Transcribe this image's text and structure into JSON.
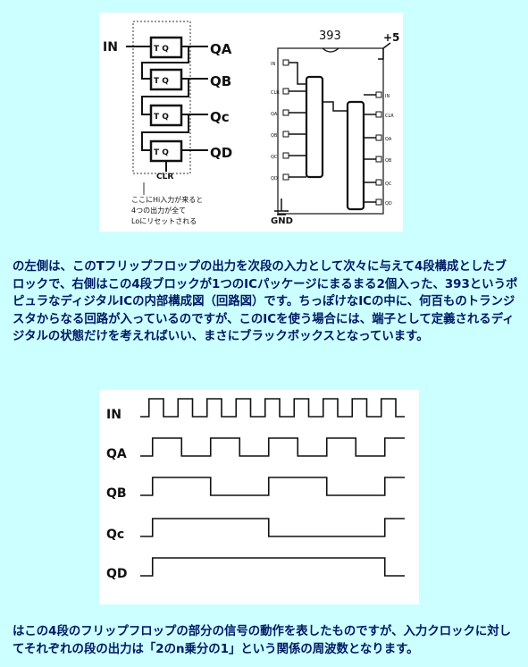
{
  "figure1": {
    "input_label": "IN",
    "ff_label": "T  Q",
    "outputs": [
      "QA",
      "QB",
      "Qc",
      "QD"
    ],
    "clr_label": "CLR",
    "note_lines": [
      "ここにHi入力が来ると",
      "4つの出力が全て",
      "Loにリセットされる"
    ],
    "chip_title": "393",
    "vcc_label": "+5",
    "gnd_label": "GND",
    "left_pins": [
      "IN",
      "CLR",
      "QA",
      "QB",
      "QC",
      "QD"
    ],
    "right_pins": [
      "IN",
      "CLR",
      "QA",
      "QB",
      "QC",
      "QD"
    ]
  },
  "paragraph1": "の左側は、このTフリップフロップの出力を次段の入力として次々に与えて4段構成としたブロックで、右側はこの4段ブロックが1つのICパッケージにまるまる2個入った、393というポピュラなディジタルICの内部構成図（回路図）です。ちっぽけなICの中に、何百ものトランジスタからなる回路が入っているのですが、このICを使う場合には、端子として定義されるディジタルの状態だけを考えればいい、まさにブラックボックスとなっています。",
  "figure2": {
    "signals": [
      {
        "label": "IN",
        "half_periods": 1
      },
      {
        "label": "QA",
        "half_periods": 2
      },
      {
        "label": "QB",
        "half_periods": 4
      },
      {
        "label": "Qc",
        "half_periods": 8
      },
      {
        "label": "QD",
        "half_periods": 16
      }
    ]
  },
  "paragraph2": "はこの4段のフリップフロップの部分の信号の動作を表したものですが、入力クロックに対してそれぞれの段の出力は「2のn乗分の1」という関係の周波数となります。"
}
